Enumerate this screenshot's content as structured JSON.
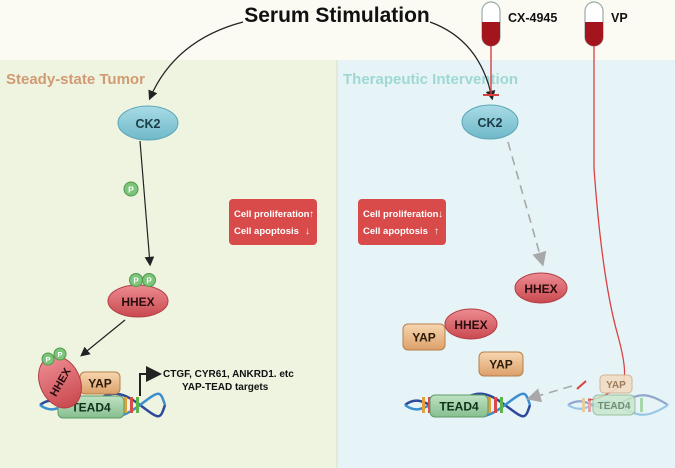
{
  "title": "Serum Stimulation",
  "panels": {
    "left": {
      "heading": "Steady-state Tumor",
      "heading_color": "#d19a73",
      "bg": "#eef4e0"
    },
    "right": {
      "heading": "Therapeutic Intervention",
      "heading_color": "#9fd8d2",
      "bg": "#e6f4f7"
    }
  },
  "drugs": {
    "cx4945": "CX-4945",
    "vp": "VP"
  },
  "proteins": {
    "ck2": "CK2",
    "hhex": "HHEX",
    "yap": "YAP",
    "tead4": "TEAD4",
    "phospho": "P"
  },
  "effects": {
    "proliferation": "Cell proliferation",
    "apoptosis": "Cell apoptosis",
    "left": {
      "proliferation_arrow": "↑",
      "apoptosis_arrow": "↓"
    },
    "right": {
      "proliferation_arrow": "↓",
      "apoptosis_arrow": "↑"
    }
  },
  "targets": {
    "line1": "CTGF, CYR61, ANKRD1. etc",
    "line2": "YAP-TEAD targets"
  },
  "colors": {
    "ck2": "#7fc7d6",
    "hhex": "#d9606a",
    "yap": "#e7b47f",
    "tead4": "#9fd0a8",
    "phospho": "#7dc57a",
    "effect_box": "#d94a4a",
    "inhibit": "#d94040"
  }
}
